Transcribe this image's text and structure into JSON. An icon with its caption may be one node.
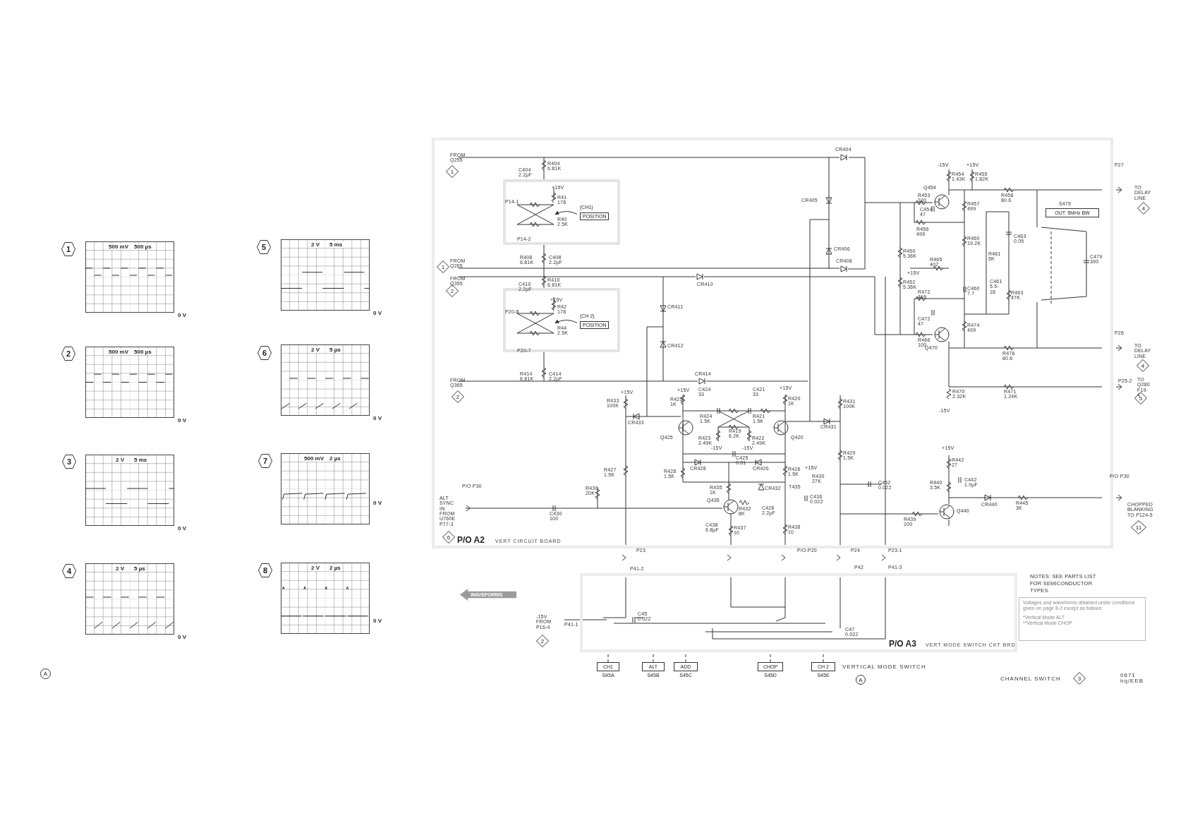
{
  "diagram": {
    "nodes": [
      {
        "text": [
          "1"
        ]
      },
      {
        "text": [
          "500 mV",
          "500 µs"
        ],
        "beside": [
          "0 V"
        ]
      },
      {
        "text": [
          "2"
        ]
      },
      {
        "text": [
          "500 mV",
          "500 µs"
        ],
        "beside": [
          "0 V"
        ]
      },
      {
        "text": [
          "3"
        ]
      },
      {
        "text": [
          "2 V",
          "5 ms"
        ],
        "beside": [
          "0 V"
        ]
      },
      {
        "text": [
          "4"
        ]
      },
      {
        "text": [
          "2 V",
          "5 µs"
        ],
        "beside": [
          "0 V"
        ]
      },
      {
        "text": [
          "5"
        ]
      },
      {
        "text": [
          "2 V",
          "5 ms"
        ],
        "beside": [
          "0 V"
        ]
      },
      {
        "text": [
          "6"
        ]
      },
      {
        "text": [
          "2 V",
          "5 µs"
        ],
        "beside": [
          "0 V"
        ]
      },
      {
        "text": [
          "7"
        ]
      },
      {
        "text": [
          "500 mV",
          "2 µs"
        ],
        "beside": [
          "0 V"
        ]
      },
      {
        "text": [
          "8"
        ]
      },
      {
        "text": [
          "2 V",
          "2 µs"
        ],
        "beside": [
          "0 V"
        ]
      },
      {
        "text": [
          "A"
        ]
      },
      {
        "text": [
          "WAVEFORMS"
        ]
      },
      {
        "text": [
          "P/O A2",
          "VERT CIRCUIT BOARD"
        ]
      },
      {
        "text": [
          "(CH1)",
          "POSITION"
        ],
        "in": 18
      },
      {
        "text": [
          "(CH 2)",
          "POSITION"
        ],
        "in": 18
      },
      {
        "text": [
          "OUT: 5MHz BW"
        ],
        "in": 18
      },
      {
        "text": [
          "P/O A3",
          "VERT MODE SWITCH CKT BRD"
        ]
      },
      {
        "text": [
          "CH1"
        ],
        "beside": [
          "S45A"
        ]
      },
      {
        "text": [
          "ALT"
        ],
        "beside": [
          "S45B"
        ]
      },
      {
        "text": [
          "ADD"
        ],
        "beside": [
          "S45C"
        ]
      },
      {
        "text": [
          "CHOP"
        ],
        "beside": [
          "S45D"
        ]
      },
      {
        "text": [
          "CH 2"
        ],
        "beside": [
          "S45E"
        ]
      },
      {
        "text": [
          "Voltages and waveforms obtained under conditions given on page 8-2 except as follows:",
          "*Vertical Mode ALT",
          "**Vertical Mode CHOP"
        ]
      },
      {
        "text": [
          "1"
        ],
        "in": 18
      },
      {
        "text": [
          "1"
        ],
        "in": 18
      },
      {
        "text": [
          "2"
        ],
        "in": 18
      },
      {
        "text": [
          "2"
        ],
        "in": 18
      },
      {
        "text": [
          "6"
        ],
        "in": 18
      },
      {
        "text": [
          "4"
        ]
      },
      {
        "text": [
          "4"
        ]
      },
      {
        "text": [
          "5"
        ]
      },
      {
        "text": [
          "11"
        ]
      },
      {
        "text": [
          "2"
        ]
      },
      {
        "text": [
          "A"
        ]
      },
      {
        "text": [
          "3"
        ]
      },
      {
        "text": [],
        "shape": "picture",
        "in": 18
      },
      {
        "text": [],
        "shape": "picture",
        "in": 18
      }
    ],
    "edges": [
      {
        "from": 19,
        "to": 41,
        "arrow": "to"
      },
      {
        "from": 20,
        "to": 42,
        "arrow": "to"
      },
      {
        "from": 23,
        "to": 22,
        "arrow": "none",
        "style": "dashed"
      },
      {
        "from": 24,
        "to": 22,
        "arrow": "none",
        "style": "dashed"
      },
      {
        "from": 25,
        "to": 22,
        "arrow": "none",
        "style": "dashed"
      },
      {
        "from": 26,
        "to": 22,
        "arrow": "none",
        "style": "dashed"
      },
      {
        "from": 27,
        "to": 22,
        "arrow": "none",
        "style": "dashed"
      }
    ],
    "labels": [
      "FROM Q255",
      "C404 2.2µF",
      "R404 6.81K",
      "+15V",
      "P14-1",
      "R41 178",
      "R40 2.5K",
      "P14-2",
      "FROM Q265",
      "R408 6.81K",
      "C408 2.2µF",
      "FROM Q355",
      "R410 6.81K",
      "C410 2.2µF",
      "+15V",
      "R42 178",
      "P20-8",
      "R44 2.5K",
      "P20-7",
      "CR410",
      "CR411",
      "CR412",
      "R414 6.81K",
      "C414 2.2µF",
      "FROM Q365",
      "CR414",
      "CR404",
      "CR405",
      "CR406",
      "CR408",
      "-15V",
      "+15V",
      "R454 1.43K",
      "R455 1.82K",
      "Q454",
      "R453 100",
      "R457 499",
      "R458 80.6",
      "C454 47",
      "R456 499",
      "P27",
      "TO DELAY LINE",
      "S479",
      "R460 19.2K",
      "C463 0.05",
      "R450 5.36K",
      "R461 5K",
      "R465 402",
      "+15V",
      "C479 390",
      "R452 5.36K",
      "C461 5.5-18",
      "R472 499",
      "C460 7.7",
      "R463 47K",
      "C472 47",
      "R474 499",
      "R466 100",
      "Q470",
      "R476 80.6",
      "P26",
      "TO DELAY LINE",
      "P25-2",
      "TO Q280 F19-4",
      "R471 1.24K",
      "+15V",
      "R433 100K",
      "+15V",
      "C424 33",
      "C421 33",
      "+15V",
      "R425 1K",
      "R420 1K",
      "R470 2.32K",
      "R431 100K",
      "R424 1.5K",
      "R421 1.5K",
      "-15V",
      "CR433",
      "CR431",
      "R419 6.2K",
      "Q425",
      "Q420",
      "R423 2.49K",
      "R422 2.49K",
      "-15V",
      "-15V",
      "+15V",
      "R429 1.5K",
      "C425 0.01",
      "R442 27",
      "CR428",
      "CR426",
      "R427 1.5K",
      "R428 1.5K",
      "R426 1.5K",
      "+15V",
      "R430 27K",
      "P/O P30",
      "R430 20K",
      "R435 1K",
      "CR432",
      "T435",
      "C452 0.022",
      "R440 3.5K",
      "C442 1.0µF",
      "P/O P30",
      "C436 0.022",
      "R432 8K",
      "Q435",
      "CR440",
      "R445 3K",
      "ALT SYNC IN FROM U760E P77-3",
      "CHOPPED BLANKING TO P124-5",
      "Q440",
      "C426 2.2µF",
      "R439 100",
      "C430 100",
      "C438 6.8µF",
      "R437 10",
      "R438 10",
      "P23",
      "P/O P20",
      "P24",
      "P23-1",
      "P41-2",
      "P42",
      "P41-3",
      "NOTES: SEE PARTS LIST FOR SEMICONDUCTOR TYPES.",
      "C45 0.022",
      "-15V FROM P16-4",
      "P41-1",
      "C47 0.022",
      "VERTICAL MODE SWITCH",
      "CHANNEL SWITCH",
      "0671 hq/EEB"
    ]
  }
}
